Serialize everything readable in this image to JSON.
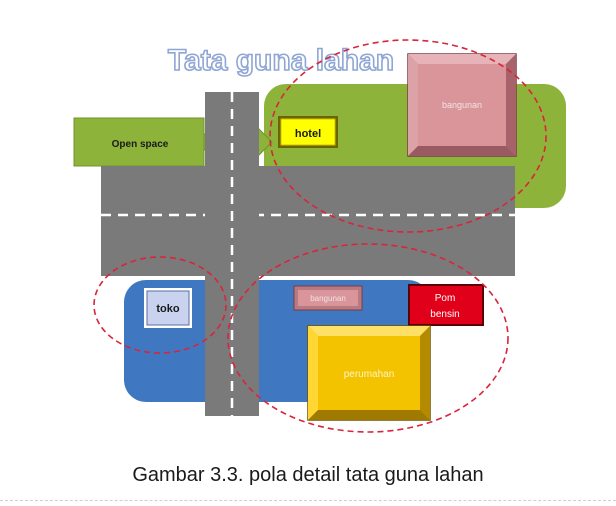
{
  "figure": {
    "title": "Tata guna lahan",
    "caption": "Gambar 3.3. pola detail tata guna lahan",
    "labels": {
      "open_space": "Open space",
      "hotel": "hotel",
      "top_building": "bangunan",
      "toko": "toko",
      "pink_small": "bangunan",
      "pom_bensin_line1": "Pom",
      "pom_bensin_line2": "bensin",
      "big_yellow": "perumahan"
    },
    "colors": {
      "green_zone": "#8db33a",
      "blue_zone": "#3f78c1",
      "road": "#7a7a7a",
      "title": "#8fa6d4",
      "hotel_fill": "#ffff00",
      "pink_building": "#d9959a",
      "toko_fill": "#c9d3f0",
      "pom_fill": "#e0001a",
      "yellow_building": "#f3c300",
      "dashed_circle": "#d9243c"
    }
  }
}
